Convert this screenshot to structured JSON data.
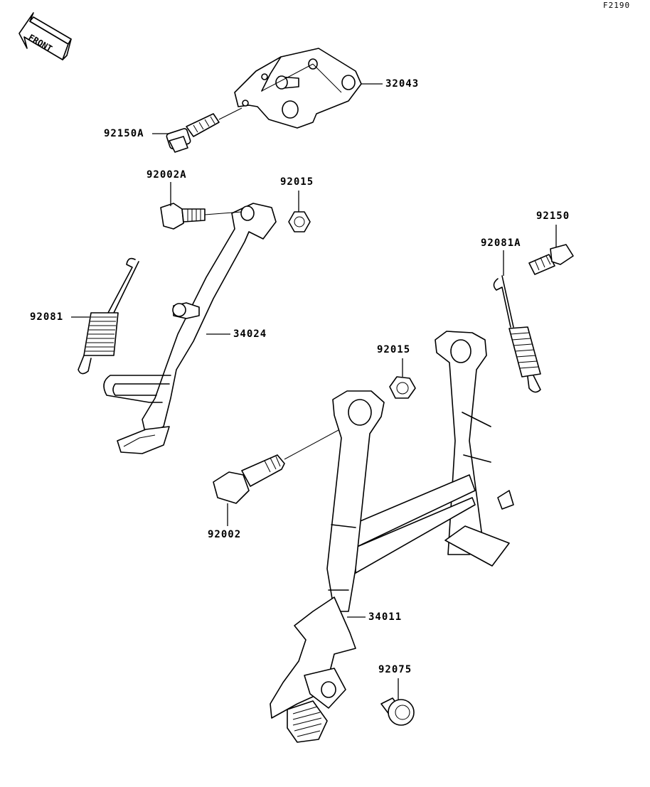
{
  "diagram_code": "F2190",
  "front_arrow": {
    "text": "FRONT"
  },
  "parts": {
    "p32043": "32043",
    "p92150A": "92150A",
    "p92002A": "92002A",
    "p92015_top": "92015",
    "p92081": "92081",
    "p34024": "34024",
    "p92150": "92150",
    "p92081A": "92081A",
    "p92015_mid": "92015",
    "p92002": "92002",
    "p34011": "34011",
    "p92075": "92075"
  },
  "colors": {
    "line": "#000000",
    "background": "#ffffff"
  }
}
